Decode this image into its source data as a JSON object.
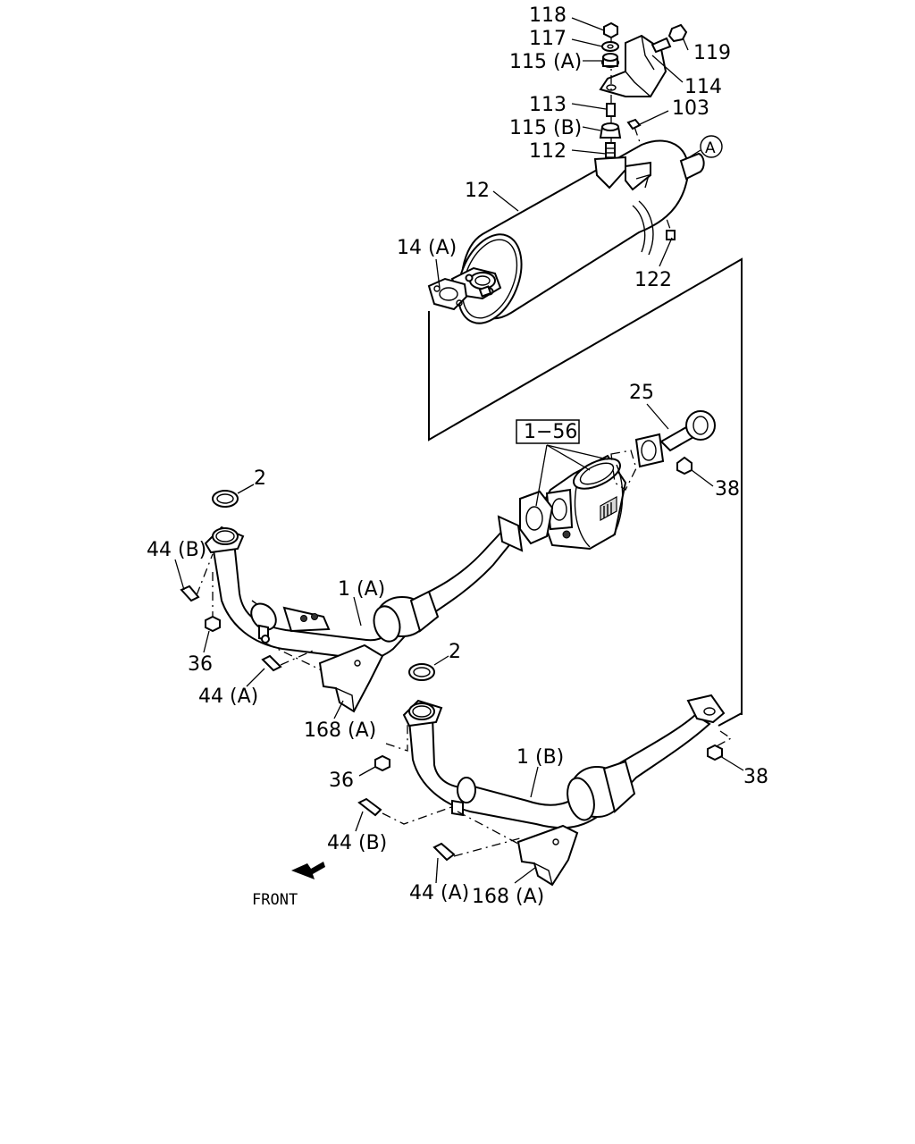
{
  "callouts": {
    "p118": "118",
    "p117": "117",
    "p115a": "115 (A)",
    "p119": "119",
    "p114": "114",
    "p113": "113",
    "p115b": "115 (B)",
    "p103": "103",
    "p112": "112",
    "circle_a": "A",
    "p12": "12",
    "p14a": "14 (A)",
    "p122": "122",
    "p25": "25",
    "p1_56": "1−56",
    "p38_top": "38",
    "p2_top": "2",
    "p44b_top": "44 (B)",
    "p1a": "1 (A)",
    "p36_top": "36",
    "p44a_top": "44 (A)",
    "p2_bottom": "2",
    "p168a_top": "168 (A)",
    "p1b": "1 (B)",
    "p38_bottom": "38",
    "p36_bottom": "36",
    "p44b_bottom": "44 (B)",
    "p44a_bottom": "44 (A)",
    "p168a_bottom": "168 (A)",
    "front": "FRONT"
  }
}
